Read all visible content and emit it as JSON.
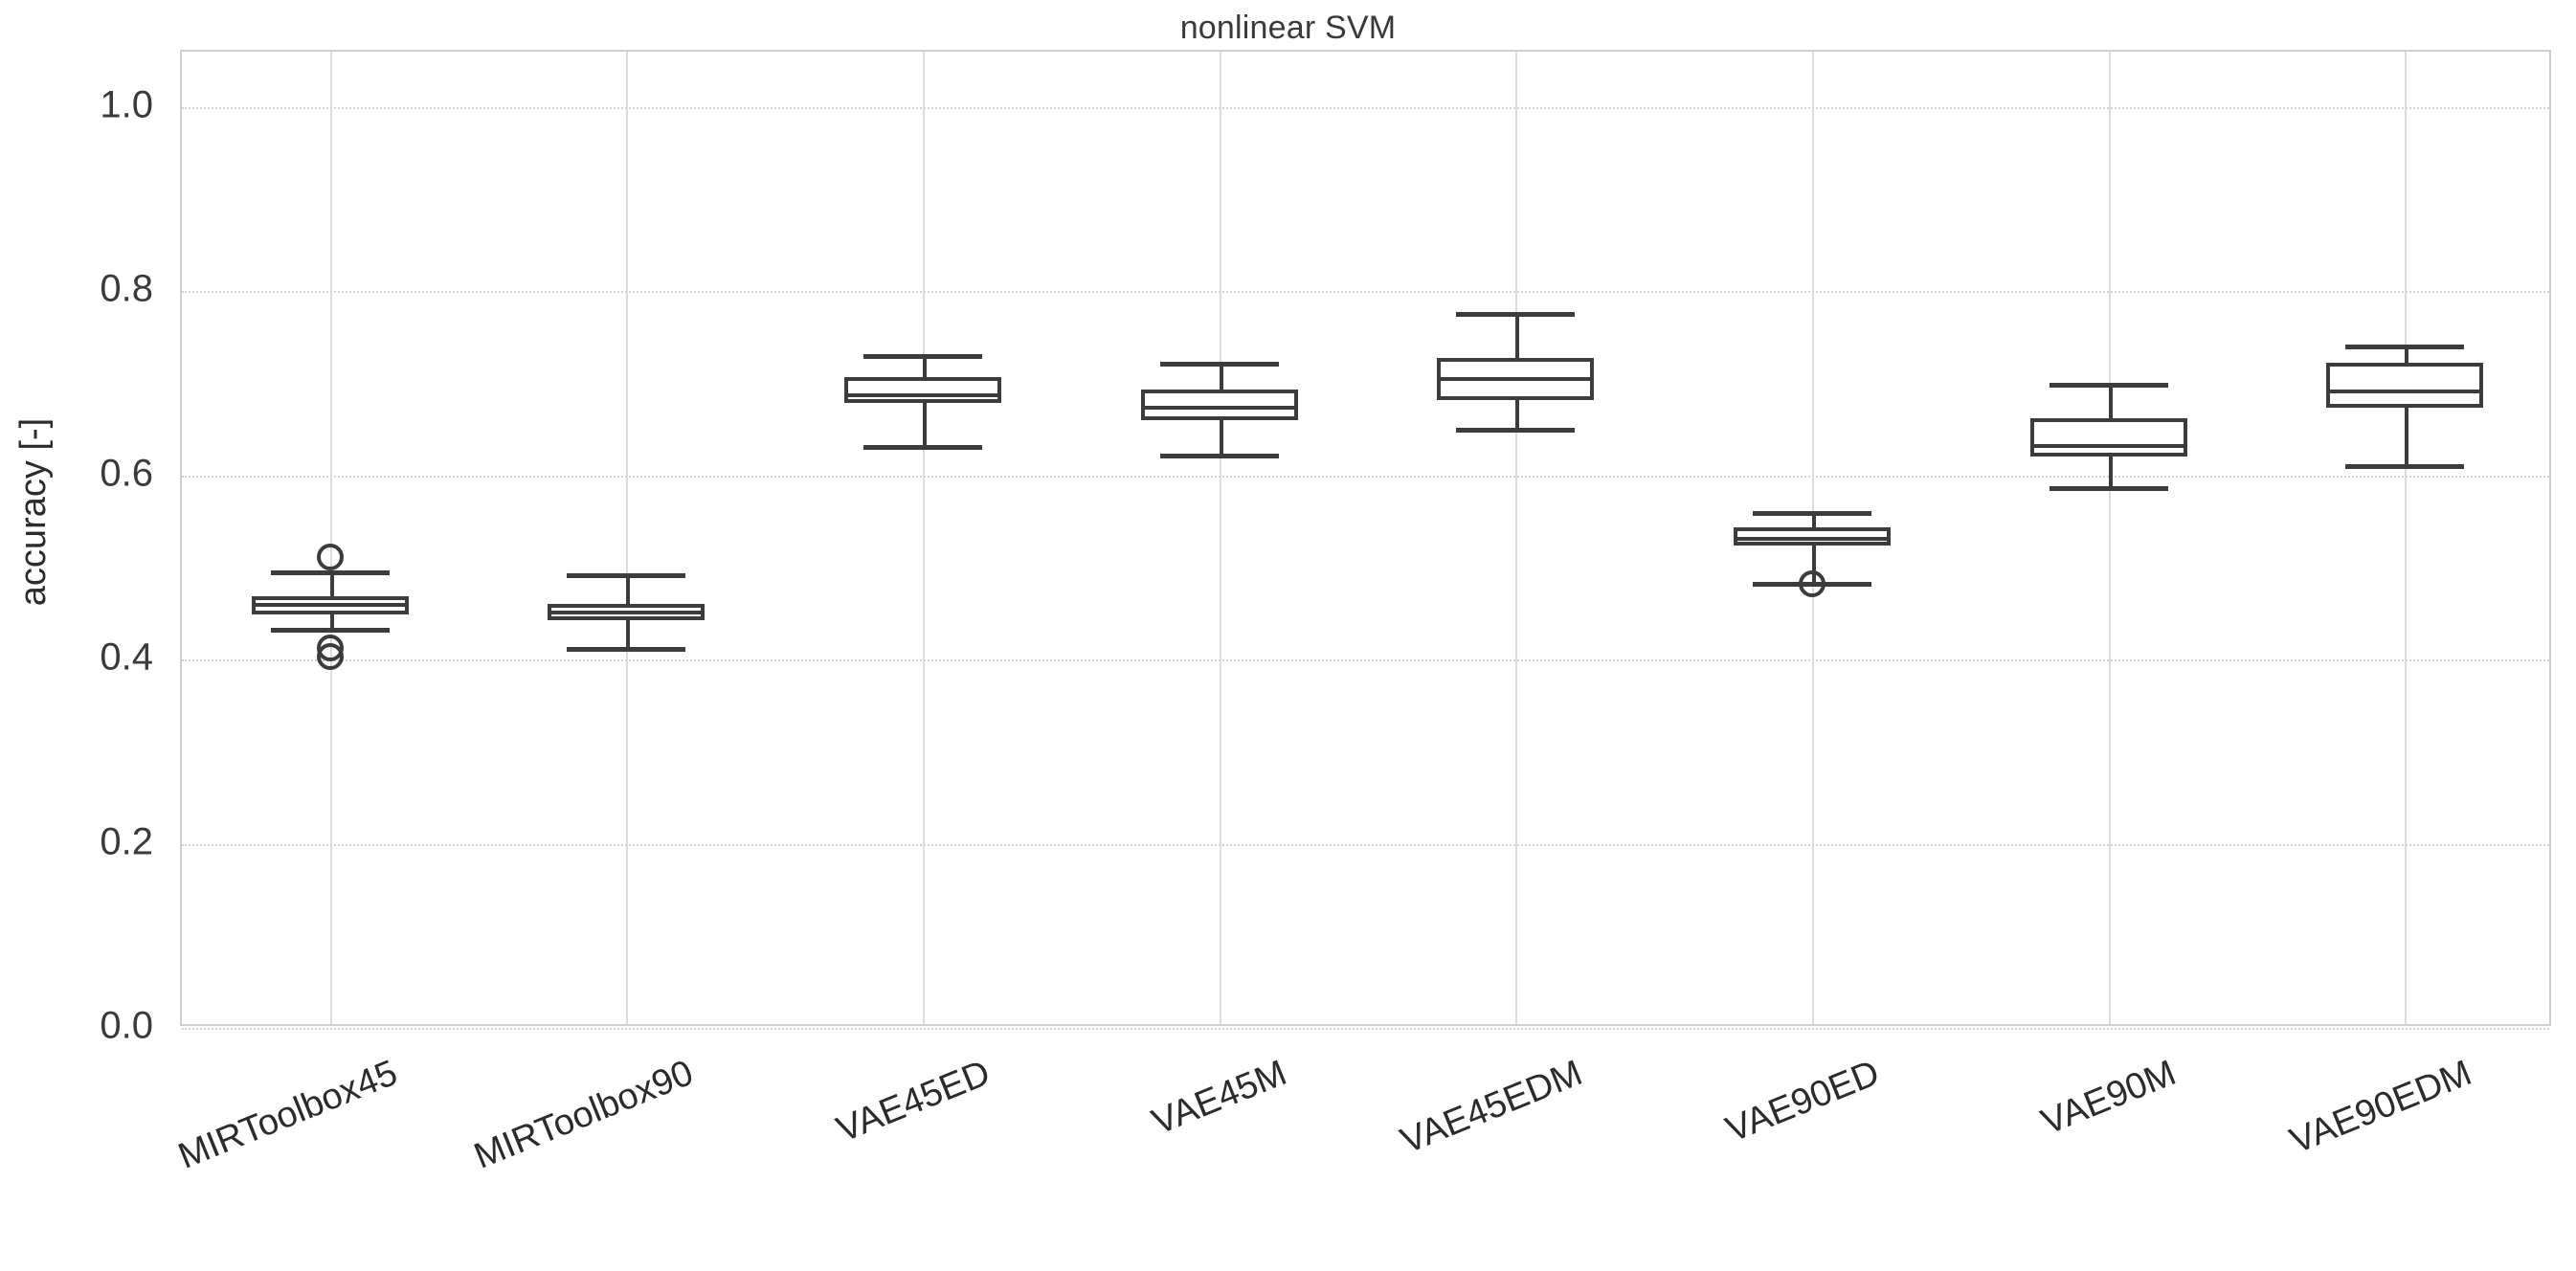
{
  "chart_data": {
    "type": "box",
    "title": "nonlinear SVM",
    "xlabel": "",
    "ylabel": "accuracy [-]",
    "ylim": [
      0.0,
      1.06
    ],
    "yticks": [
      "0.0",
      "0.2",
      "0.4",
      "0.6",
      "0.8",
      "1.0"
    ],
    "ytick_values": [
      0.0,
      0.2,
      0.4,
      0.6,
      0.8,
      1.0
    ],
    "grid": true,
    "legend": "none",
    "categories": [
      "MIRToolbox45",
      "MIRToolbox90",
      "VAE45ED",
      "VAE45M",
      "VAE45EDM",
      "VAE90ED",
      "VAE90M",
      "VAE90EDM"
    ],
    "boxes": [
      {
        "name": "MIRToolbox45",
        "whisker_low": 0.434,
        "q1": 0.449,
        "median": 0.461,
        "q3": 0.469,
        "whisker_high": 0.497,
        "outliers": [
          0.511,
          0.413,
          0.403
        ]
      },
      {
        "name": "MIRToolbox90",
        "whisker_low": 0.414,
        "q1": 0.443,
        "median": 0.453,
        "q3": 0.46,
        "whisker_high": 0.494,
        "outliers": []
      },
      {
        "name": "VAE45ED",
        "whisker_low": 0.633,
        "q1": 0.679,
        "median": 0.689,
        "q3": 0.707,
        "whisker_high": 0.732,
        "outliers": []
      },
      {
        "name": "VAE45M",
        "whisker_low": 0.624,
        "q1": 0.66,
        "median": 0.676,
        "q3": 0.693,
        "whisker_high": 0.723,
        "outliers": []
      },
      {
        "name": "VAE45EDM",
        "whisker_low": 0.652,
        "q1": 0.682,
        "median": 0.707,
        "q3": 0.727,
        "whisker_high": 0.777,
        "outliers": []
      },
      {
        "name": "VAE90ED",
        "whisker_low": 0.484,
        "q1": 0.524,
        "median": 0.533,
        "q3": 0.544,
        "whisker_high": 0.561,
        "outliers": [
          0.482
        ]
      },
      {
        "name": "VAE90M",
        "whisker_low": 0.588,
        "q1": 0.62,
        "median": 0.634,
        "q3": 0.662,
        "whisker_high": 0.7,
        "outliers": []
      },
      {
        "name": "VAE90EDM",
        "whisker_low": 0.612,
        "q1": 0.673,
        "median": 0.693,
        "q3": 0.722,
        "whisker_high": 0.742,
        "outliers": []
      }
    ]
  },
  "colors": {
    "box_stroke": "#3c3c3c",
    "box_fill": "#ffffff",
    "grid": "#d2d2d2",
    "axis_frame": "#cfcfcf",
    "text": "#2b2b2b",
    "background": "#ffffff"
  }
}
